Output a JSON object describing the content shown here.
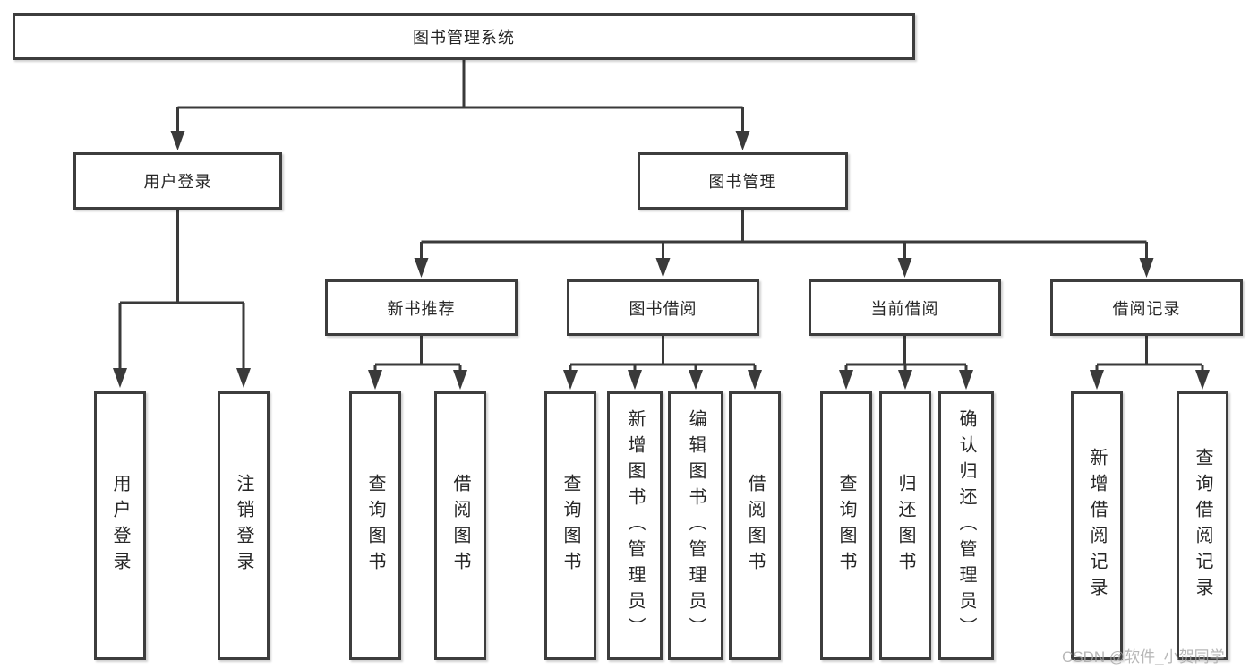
{
  "diagram": {
    "title": "图书管理系统",
    "root": {
      "label": "图书管理系统"
    },
    "level2": [
      {
        "label": "用户登录",
        "children": [
          {
            "label": "用户登录"
          },
          {
            "label": "注销登录"
          }
        ]
      },
      {
        "label": "图书管理",
        "children": [
          {
            "label": "新书推荐",
            "children": [
              {
                "label": "查询图书"
              },
              {
                "label": "借阅图书"
              }
            ]
          },
          {
            "label": "图书借阅",
            "children": [
              {
                "label": "查询图书"
              },
              {
                "label": "新增图书（管理员）"
              },
              {
                "label": "编辑图书（管理员）"
              },
              {
                "label": "借阅图书"
              }
            ]
          },
          {
            "label": "当前借阅",
            "children": [
              {
                "label": "查询图书"
              },
              {
                "label": "归还图书"
              },
              {
                "label": "确认归还（管理员）"
              }
            ]
          },
          {
            "label": "借阅记录",
            "children": [
              {
                "label": "新增借阅记录"
              },
              {
                "label": "查询借阅记录"
              }
            ]
          }
        ]
      }
    ]
  },
  "watermark": {
    "text": "CSDN @软件_小贺同学"
  },
  "colors": {
    "line": "#3a3a3a",
    "box_border": "#3d3d3d",
    "text": "#262626",
    "background": "#ffffff",
    "watermark": "#a5a5a5"
  }
}
